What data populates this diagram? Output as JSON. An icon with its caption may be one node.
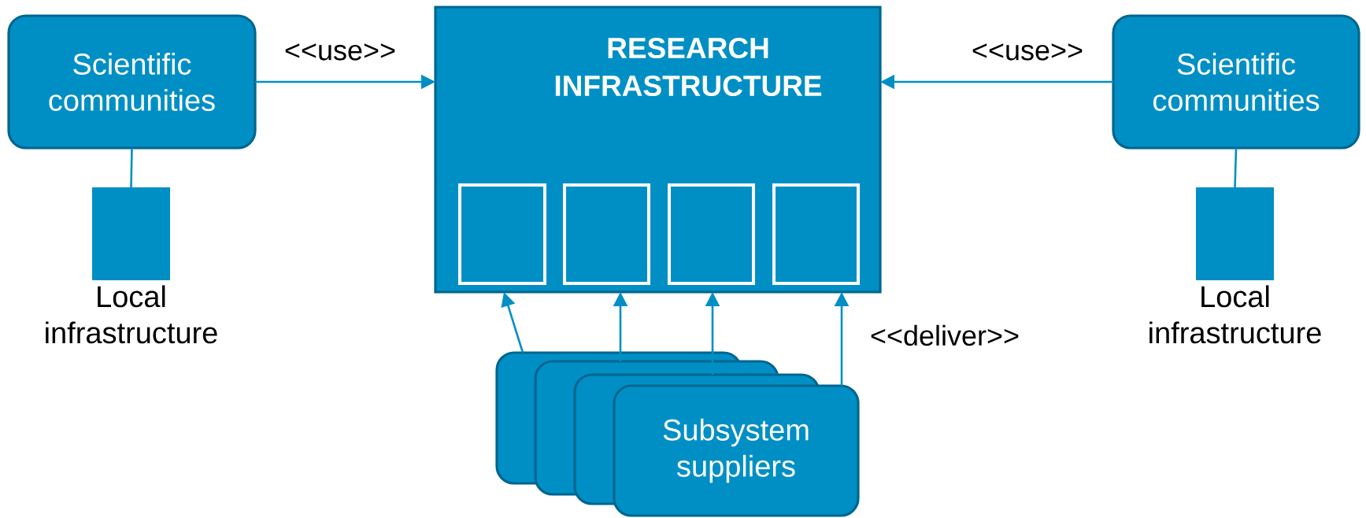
{
  "diagram": {
    "nodes": [
      {
        "text": [
          "Scientific communities"
        ]
      },
      {
        "text": [
          "Local infrastructure"
        ]
      },
      {
        "text": [
          "RESEARCH INFRASTRUCTURE"
        ]
      },
      {
        "text": [],
        "shape": "box",
        "in": 2
      },
      {
        "text": [],
        "shape": "box",
        "in": 2
      },
      {
        "text": [],
        "shape": "box",
        "in": 2
      },
      {
        "text": [],
        "shape": "box",
        "in": 2
      },
      {
        "text": [
          "Scientific communities"
        ]
      },
      {
        "text": [
          "Local infrastructure"
        ]
      },
      {
        "text": [
          "Subsystem suppliers"
        ]
      }
    ],
    "edges": [
      {
        "from": 0,
        "to": 2,
        "arrow": "to",
        "label": "<<use>>"
      },
      {
        "from": 7,
        "to": 2,
        "arrow": "to",
        "label": "<<use>>"
      },
      {
        "from": 0,
        "to": 1,
        "arrow": "none"
      },
      {
        "from": 7,
        "to": 8,
        "arrow": "none"
      },
      {
        "from": 9,
        "to": 3,
        "arrow": "to"
      },
      {
        "from": 9,
        "to": 4,
        "arrow": "to"
      },
      {
        "from": 9,
        "to": 5,
        "arrow": "to"
      },
      {
        "from": 9,
        "to": 6,
        "arrow": "to",
        "label": "<<deliver>>"
      }
    ]
  }
}
